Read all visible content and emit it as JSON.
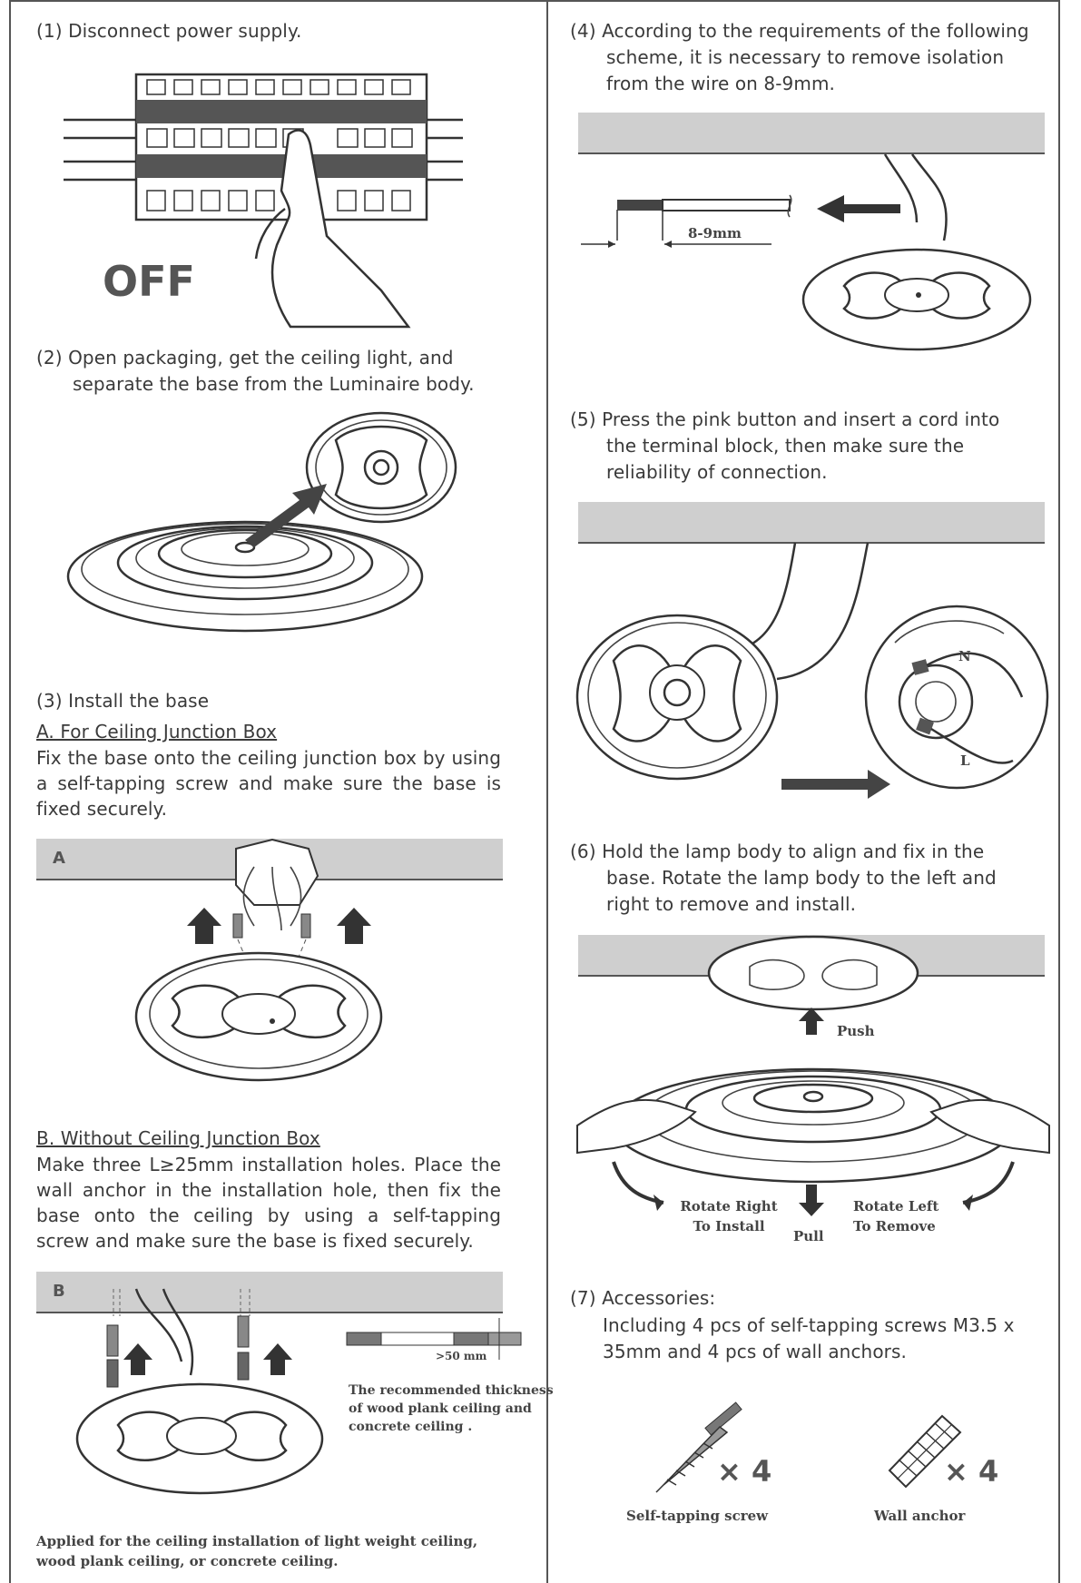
{
  "steps": {
    "s1": "(1)  Disconnect power supply.",
    "s1_off": "OFF",
    "s2_l1": "(2)  Open packaging, get the ceiling light, and",
    "s2_l2": "separate the base from the Luminaire body.",
    "s3": "(3)  Install the base",
    "s3a_title": "A. For Ceiling Junction Box",
    "s3a_body": "Fix the base onto the ceiling junction box by using a self-tapping screw and make sure the base is fixed securely.",
    "s3a_band": "A",
    "s3b_title": "B. Without Ceiling Junction Box",
    "s3b_body": "Make three L≥25mm installation holes. Place the wall anchor in the installation hole, then fix the base onto the ceiling by using a self-tapping screw and make sure the base is fixed securely.",
    "s3b_band": "B",
    "s3b_dim": ">50 mm",
    "s3b_note_l1": "The recommended thickness",
    "s3b_note_l2": "of wood plank ceiling and",
    "s3b_note_l3": "concrete ceiling .",
    "s3b_foot_l1": "Applied for the ceiling installation of light weight ceiling,",
    "s3b_foot_l2": "wood plank ceiling, or concrete ceiling.",
    "s4_l1": "(4)  According to the requirements of the following",
    "s4_l2": "scheme, it is necessary to remove isolation",
    "s4_l3": "from the wire on 8-9mm.",
    "s4_dim": "8-9mm",
    "s5_l1": "(5)  Press the pink button and insert a cord into",
    "s5_l2": "the terminal block, then make sure the",
    "s5_l3": "reliability of connection.",
    "s5_n": "N",
    "s5_l": "L",
    "s6_l1": "(6)  Hold the lamp body to align and fix in the",
    "s6_l2": "base. Rotate the lamp body to the left and",
    "s6_l3": "right to remove and install.",
    "s6_push": "Push",
    "s6_right_l1": "Rotate Right",
    "s6_right_l2": "To Install",
    "s6_pull": "Pull",
    "s6_left_l1": "Rotate Left",
    "s6_left_l2": "To Remove",
    "s7_l1": "(7)  Accessories:",
    "s7_l2": "Including 4 pcs of self-tapping screws M3.5 x",
    "s7_l3": "35mm and 4 pcs of wall anchors.",
    "s7_qty1": "× 4",
    "s7_qty2": "× 4",
    "s7_screw": "Self-tapping screw",
    "s7_anchor": "Wall anchor"
  }
}
